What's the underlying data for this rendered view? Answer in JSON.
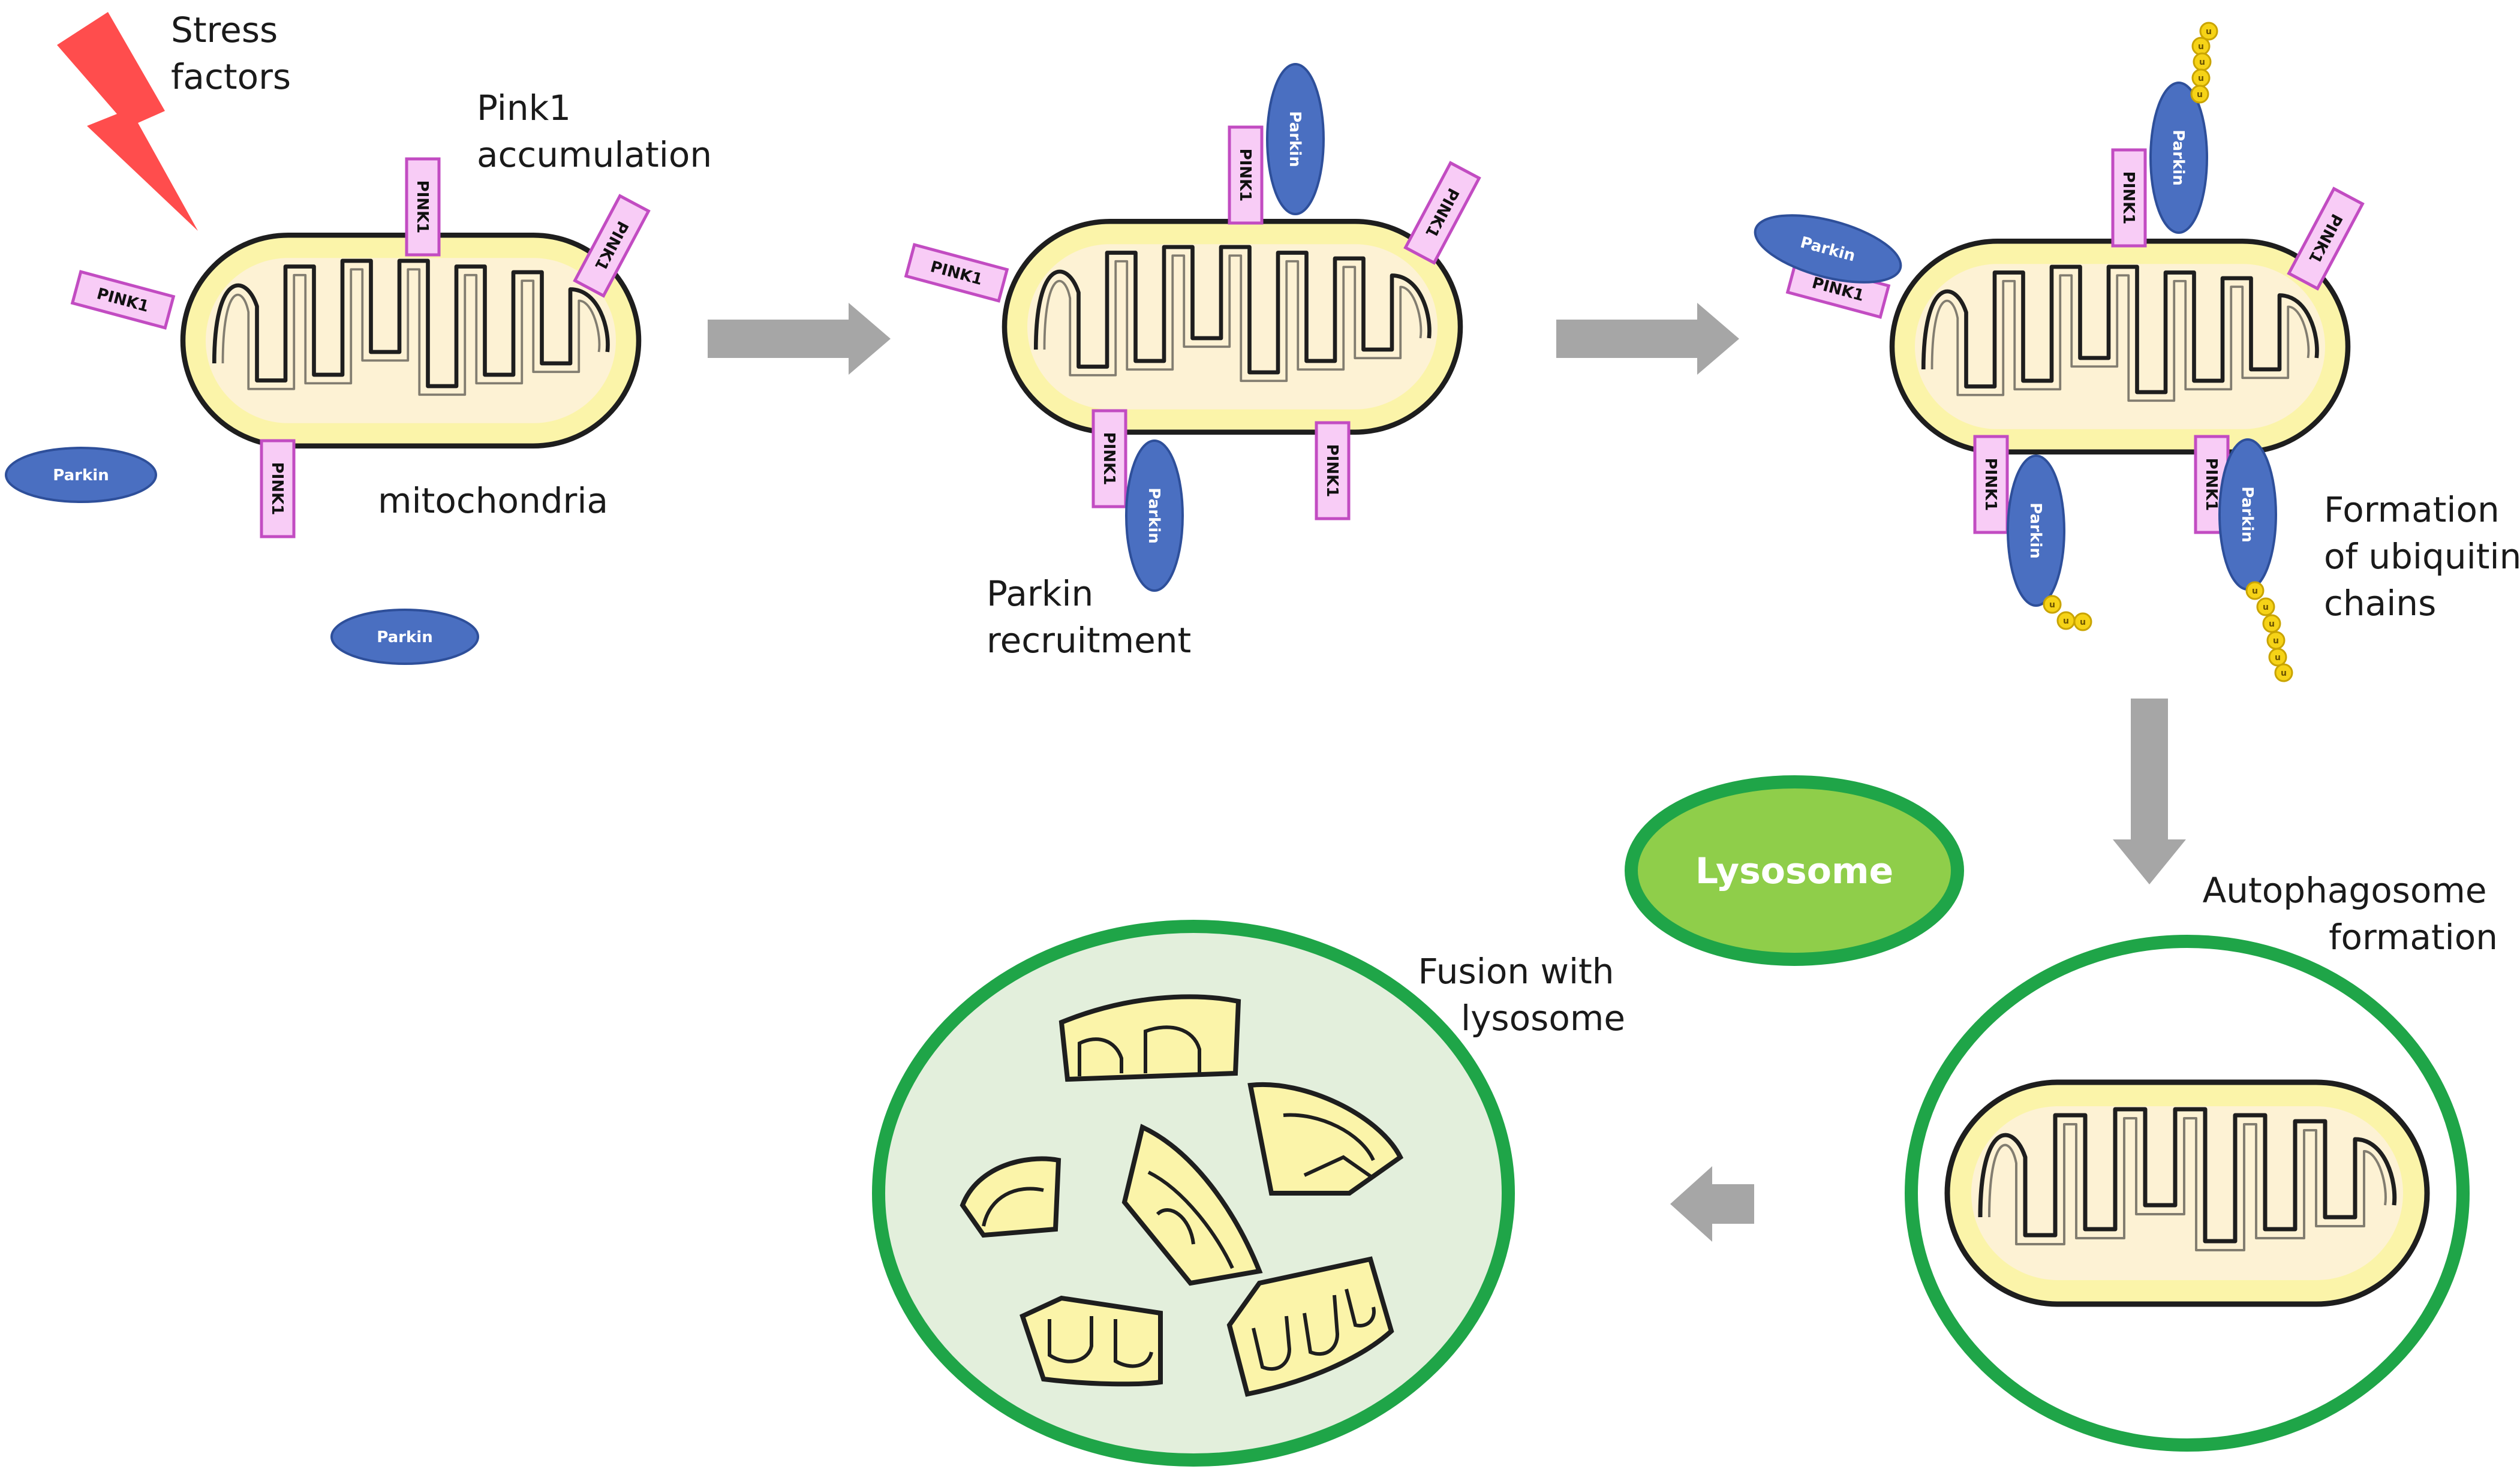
{
  "labels": {
    "stress": [
      "Stress",
      "factors"
    ],
    "pink1_accumulation": [
      "Pink1",
      "accumulation"
    ],
    "mitochondria": "mitochondria",
    "parkin_recruitment": [
      "Parkin",
      "recruitment"
    ],
    "ubiquitin_chains": [
      "Formation",
      "of ubiquitin",
      "chains"
    ],
    "autophagosome": [
      "Autophagosome",
      "formation"
    ],
    "fusion": [
      "Fusion with",
      "lysosome"
    ],
    "lysosome": "Lysosome"
  },
  "proteins": {
    "pink1": "PINK1",
    "parkin": "Parkin",
    "ubiquitin": "u"
  },
  "colors": {
    "mito_outer": "#fbf4a9",
    "mito_inner": "#fdf2d4",
    "mito_stroke": "#1e1e1e",
    "pink1_fill": "#f8ccf6",
    "pink1_stroke": "#c24cc2",
    "parkin": "#4a6fc1",
    "ubiquitin": "#f6d317",
    "lysosome_fill": "#8fce4a",
    "green_stroke": "#1fa548",
    "degradation_fill": "#e3efdc",
    "arrow": "#a6a6a6",
    "bolt": "#ff4d4d"
  }
}
